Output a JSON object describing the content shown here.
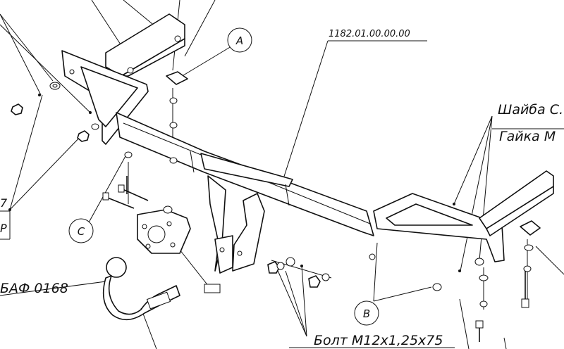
{
  "drawing": {
    "part_number": "1182.01.00.00.00",
    "callouts": [
      "A",
      "B",
      "C"
    ],
    "labels": {
      "washer": "Шайба С.",
      "nut": "Гайка М",
      "tow_ball": "БАФ 0168",
      "bolt": "Болт М12х1,25х75"
    },
    "edge_fragments": {
      "left_top": "7",
      "left_bottom": "Р"
    }
  }
}
